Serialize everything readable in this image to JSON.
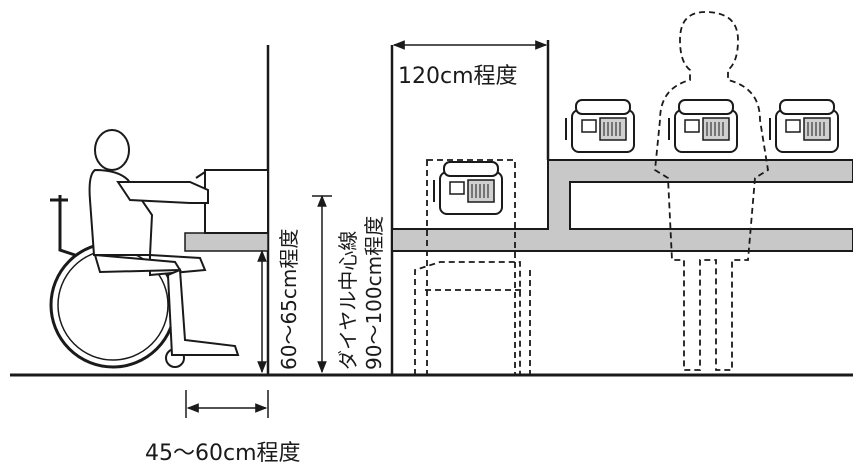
{
  "labels": {
    "reach_width": "120cm程度",
    "counter_height": "60～65cm程度",
    "dial_center": "ダイヤル中心線",
    "dial_height": "90～100cm程度",
    "knee_depth": "45～60cm程度"
  },
  "colors": {
    "line": "#1a1a1a",
    "counter_fill": "#c8c8c8",
    "phone_screen": "#d0d0d0"
  },
  "icons": [
    "wheelchair-user-figure",
    "telephone-icon",
    "standing-person-figure",
    "wheelchair-outline"
  ]
}
